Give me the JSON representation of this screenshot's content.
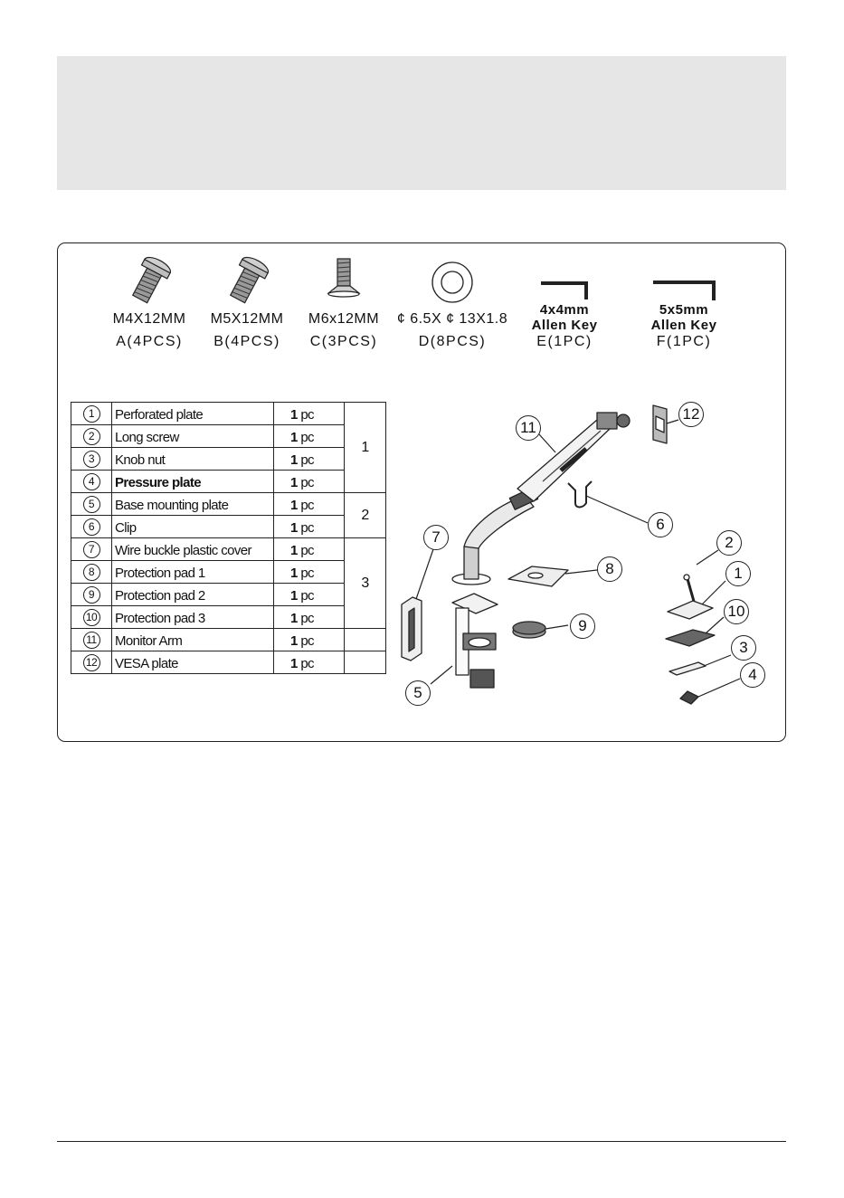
{
  "hardware": [
    {
      "size": "M4X12MM",
      "qty": "A(4PCS)",
      "icon": "bolt-icon"
    },
    {
      "size": "M5X12MM",
      "qty": "B(4PCS)",
      "icon": "bolt-icon"
    },
    {
      "size": "M6x12MM",
      "qty": "C(3PCS)",
      "icon": "countersunk-screw-icon"
    },
    {
      "size": "¢ 6.5X ¢ 13X1.8",
      "qty": "D(8PCS)",
      "icon": "washer-icon"
    },
    {
      "size": "4x4mm",
      "size2": "Allen Key",
      "qty": "E(1PC)",
      "icon": "allen-key-icon"
    },
    {
      "size": "5x5mm",
      "size2": "Allen Key",
      "qty": "F(1PC)",
      "icon": "allen-key-icon"
    }
  ],
  "parts": [
    {
      "num": "1",
      "name": "Perforated plate",
      "qty_n": "1",
      "qty_u": " pc"
    },
    {
      "num": "2",
      "name": "Long screw",
      "qty_n": "1",
      "qty_u": " pc"
    },
    {
      "num": "3",
      "name": "Knob nut",
      "qty_n": "1",
      "qty_u": " pc"
    },
    {
      "num": "4",
      "name": "Pressure plate",
      "qty_n": "1",
      "qty_u": " pc"
    },
    {
      "num": "5",
      "name": "Base mounting plate",
      "qty_n": "1",
      "qty_u": " pc"
    },
    {
      "num": "6",
      "name": "Clip",
      "qty_n": "1",
      "qty_u": " pc"
    },
    {
      "num": "7",
      "name": "Wire buckle plastic cover",
      "qty_n": "1",
      "qty_u": " pc"
    },
    {
      "num": "8",
      "name": "Protection pad 1",
      "qty_n": "1",
      "qty_u": " pc"
    },
    {
      "num": "9",
      "name": "Protection pad 2",
      "qty_n": "1",
      "qty_u": " pc"
    },
    {
      "num": "10",
      "name": "Protection pad 3",
      "qty_n": "1",
      "qty_u": " pc"
    },
    {
      "num": "11",
      "name": "Monitor Arm",
      "qty_n": "1",
      "qty_u": " pc"
    },
    {
      "num": "12",
      "name": "VESA plate",
      "qty_n": "1",
      "qty_u": " pc"
    }
  ],
  "groups": [
    "1",
    "2",
    "3"
  ],
  "callouts": [
    "11",
    "12",
    "6",
    "7",
    "8",
    "2",
    "1",
    "10",
    "9",
    "3",
    "4",
    "5"
  ]
}
